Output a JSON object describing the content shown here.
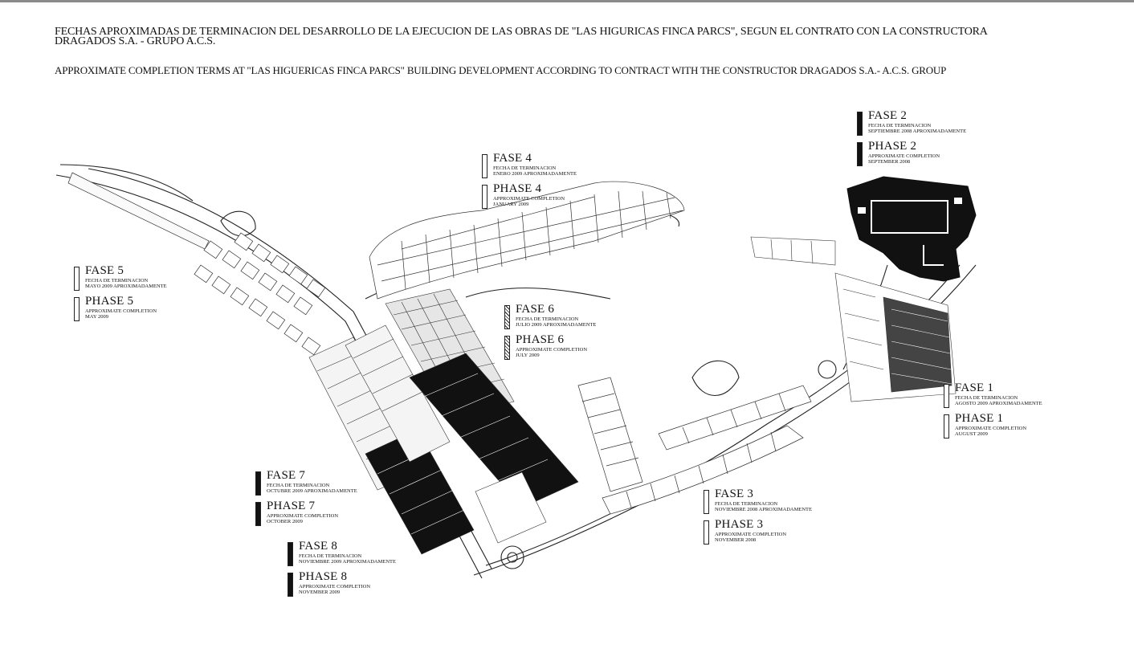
{
  "header": {
    "line1": "FECHAS APROXIMADAS DE TERMINACION DEL DESARROLLO DE LA EJECUCION DE LAS OBRAS DE \"LAS HIGURICAS FINCA PARCS\", SEGUN EL CONTRATO CON LA CONSTRUCTORA\nDRAGADOS S.A. - GRUPO A.C.S.",
    "line2": "APPROXIMATE COMPLETION TERMS AT \"LAS HIGUERICAS FINCA PARCS\" BUILDING DEVELOPMENT ACCORDING TO CONTRACT WITH THE CONSTRUCTOR DRAGADOS S.A.- A.C.S. GROUP"
  },
  "phases": [
    {
      "id": "fase1",
      "swatch": "white",
      "fase": "FASE 1",
      "fase_note": "FECHA DE TERMINACION\nAGOSTO 2009 APROXIMADAMENTE",
      "phase": "PHASE 1",
      "phase_note": "APPROXIMATE COMPLETION\nAUGUST 2009"
    },
    {
      "id": "fase2",
      "swatch": "black",
      "fase": "FASE 2",
      "fase_note": "FECHA DE TERMINACION\nSEPTIEMBRE 2008 APROXIMADAMENTE",
      "phase": "PHASE 2",
      "phase_note": "APPROXIMATE COMPLETION\nSEPTEMBER 2008"
    },
    {
      "id": "fase3",
      "swatch": "white",
      "fase": "FASE 3",
      "fase_note": "FECHA DE TERMINACION\nNOVIEMBRE 2008 APROXIMADAMENTE",
      "phase": "PHASE 3",
      "phase_note": "APPROXIMATE COMPLETION\nNOVEMBER 2008"
    },
    {
      "id": "fase4",
      "swatch": "white",
      "fase": "FASE 4",
      "fase_note": "FECHA DE TERMINACION\nENERO 2009 APROXIMADAMENTE",
      "phase": "PHASE 4",
      "phase_note": "APPROXIMATE COMPLETION\nJANUARY 2009"
    },
    {
      "id": "fase5",
      "swatch": "white",
      "fase": "FASE 5",
      "fase_note": "FECHA DE TERMINACION\nMAYO 2009 APROXIMADAMENTE",
      "phase": "PHASE 5",
      "phase_note": "APPROXIMATE COMPLETION\nMAY 2009"
    },
    {
      "id": "fase6",
      "swatch": "hatched",
      "fase": "FASE 6",
      "fase_note": "FECHA DE TERMINACION\nJULIO 2009 APROXIMADAMENTE",
      "phase": "PHASE 6",
      "phase_note": "APPROXIMATE COMPLETION\nJULY 2009"
    },
    {
      "id": "fase7",
      "swatch": "black",
      "fase": "FASE 7",
      "fase_note": "FECHA DE TERMINACION\nOCTUBRE 2009 APROXIMADAMENTE",
      "phase": "PHASE 7",
      "phase_note": "APPROXIMATE COMPLETION\nOCTOBER 2009"
    },
    {
      "id": "fase8",
      "swatch": "black",
      "fase": "FASE 8",
      "fase_note": "FECHA DE TERMINACION\nNOVIEMBRE 2009 APROXIMADAMENTE",
      "phase": "PHASE 8",
      "phase_note": "APPROXIMATE COMPLETION\nNOVEMBER 2009"
    }
  ],
  "colors": {
    "ink": "#111111",
    "paper": "#ffffff",
    "frame": "#8a8a8a"
  }
}
